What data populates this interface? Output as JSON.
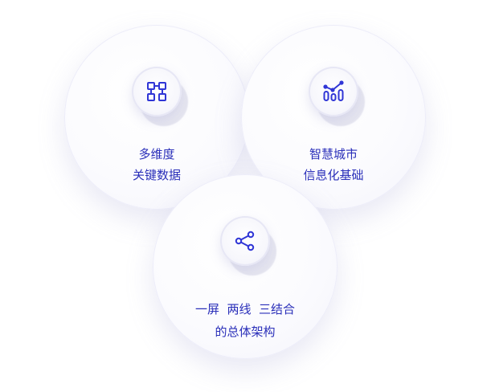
{
  "nodes": [
    {
      "id": "multi-dim",
      "icon": "blocks-icon",
      "line1": "多维度",
      "line2": "关键数据"
    },
    {
      "id": "smart-city",
      "icon": "bar-trend-icon",
      "line1": "智慧城市",
      "line2": "信息化基础"
    },
    {
      "id": "architecture",
      "icon": "share-nodes-icon",
      "line1": "一屏  两线  三结合",
      "line2": "的总体架构"
    }
  ],
  "colors": {
    "text": "#2a2fb9",
    "icon": "#3036d6"
  }
}
